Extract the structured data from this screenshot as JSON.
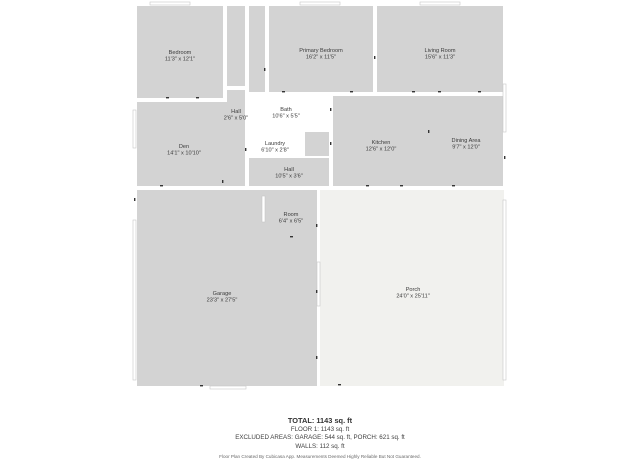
{
  "plan": {
    "rooms": [
      {
        "id": "bedroom",
        "name": "Bedroom",
        "dims": "11'3\" x 12'1\""
      },
      {
        "id": "primary-bedroom",
        "name": "Primary Bedroom",
        "dims": "16'2\" x 11'5\""
      },
      {
        "id": "living-room",
        "name": "Living Room",
        "dims": "15'6\" x 11'3\""
      },
      {
        "id": "hall",
        "name": "Hall",
        "dims": "2'6\" x 5'0\""
      },
      {
        "id": "bath",
        "name": "Bath",
        "dims": "10'6\" x 5'5\""
      },
      {
        "id": "den",
        "name": "Den",
        "dims": "14'1\" x 10'10\""
      },
      {
        "id": "laundry",
        "name": "Laundry",
        "dims": "6'10\" x 2'8\""
      },
      {
        "id": "kitchen",
        "name": "Kitchen",
        "dims": "12'6\" x 12'0\""
      },
      {
        "id": "dining-area",
        "name": "Dining Area",
        "dims": "9'7\" x 12'0\""
      },
      {
        "id": "hall-2",
        "name": "Hall",
        "dims": "10'5\" x 3'6\""
      },
      {
        "id": "room",
        "name": "Room",
        "dims": "6'4\" x 6'5\""
      },
      {
        "id": "garage",
        "name": "Garage",
        "dims": "23'3\" x 27'5\""
      },
      {
        "id": "porch",
        "name": "Porch",
        "dims": "24'0\" x 25'11\""
      }
    ]
  },
  "footer": {
    "total": "TOTAL: 1143 sq. ft",
    "floor": "FLOOR 1: 1143 sq. ft",
    "excluded": "EXCLUDED AREAS: GARAGE: 544 sq. ft, PORCH: 621 sq. ft",
    "walls": "WALLS: 112 sq. ft",
    "credit": "Floor Plan Created By Cubicasa App. Measurements Deemed Highly Reliable But Not Guaranteed."
  }
}
